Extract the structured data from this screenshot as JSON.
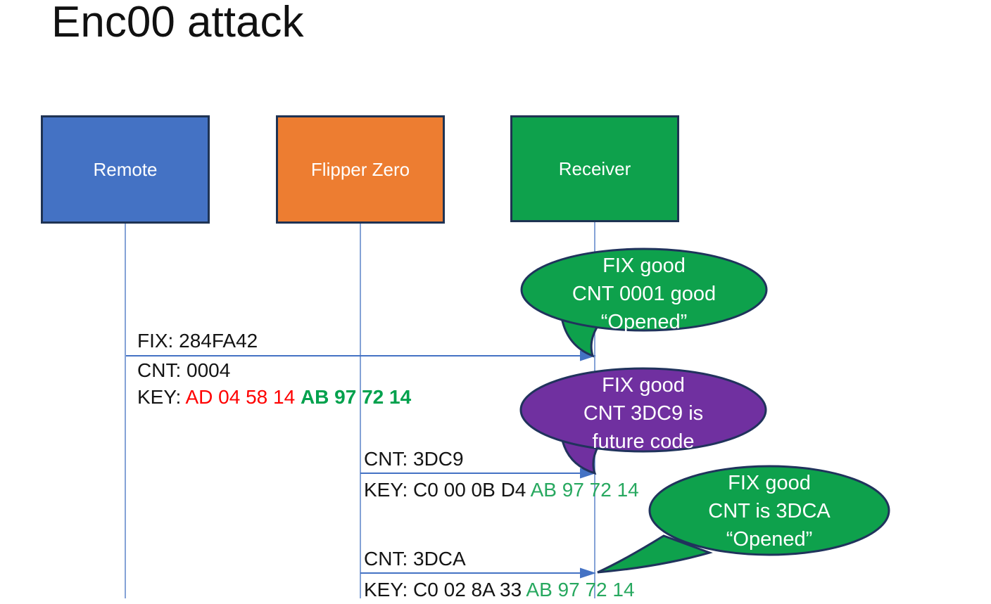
{
  "title": "Enc00 attack",
  "colors": {
    "remote_blue": "#4472c4",
    "flipper_orange": "#ed7d31",
    "receiver_green": "#0ea14c",
    "bubble_green": "#0ea14c",
    "bubble_purple": "#7030a0",
    "arrow_blue": "#4472c4",
    "outline_navy": "#1f3353",
    "key_red": "#ff0000",
    "key_green": "#00b050"
  },
  "actors": [
    {
      "label": "Remote"
    },
    {
      "label": "Flipper Zero"
    },
    {
      "label": "Receiver"
    }
  ],
  "messages": {
    "m1": {
      "fix": "FIX: 284FA42",
      "cnt": "CNT: 0004",
      "key_label": "KEY:",
      "key_red": "AD 04 58 14",
      "key_green": "AB 97 72 14"
    },
    "m2": {
      "cnt": "CNT: 3DC9",
      "key_label": "KEY:",
      "key_black": "C0 00 0B D4",
      "key_green": "AB 97 72 14"
    },
    "m3": {
      "cnt": "CNT: 3DCA",
      "key_label": "KEY:",
      "key_black": "C0 02 8A 33",
      "key_green": "AB 97 72 14"
    }
  },
  "bubbles": {
    "b1": {
      "line1": "FIX good",
      "line2": "CNT 0001 good",
      "line3": "“Opened”"
    },
    "b2": {
      "line1": "FIX good",
      "line2": "CNT 3DC9 is",
      "line3": "future code"
    },
    "b3": {
      "line1": "FIX good",
      "line2": "CNT is 3DCA",
      "line3": "“Opened”"
    }
  }
}
